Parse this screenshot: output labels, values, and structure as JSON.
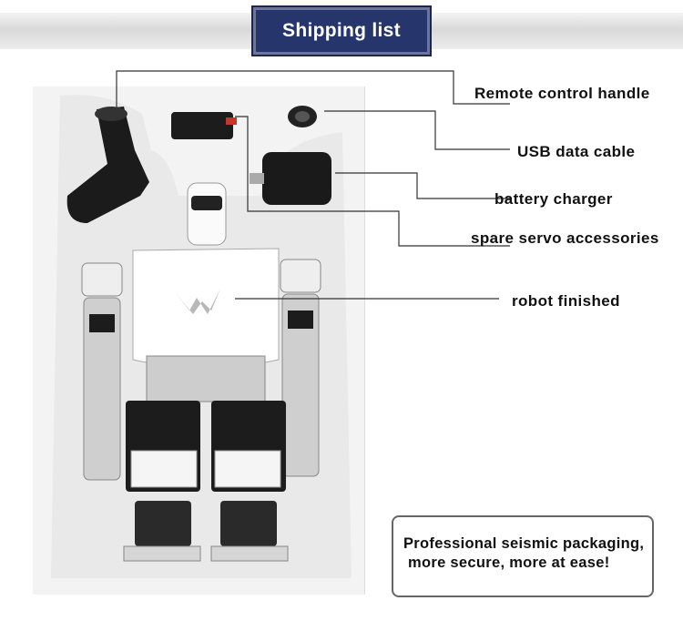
{
  "banner": {
    "title": "Shipping list"
  },
  "items": [
    {
      "label": "Remote control handle"
    },
    {
      "label": "USB data cable"
    },
    {
      "label": "battery charger"
    },
    {
      "label": "spare servo accessories"
    },
    {
      "label": "robot finished"
    }
  ],
  "note": {
    "line1": "Professional seismic packaging,",
    "line2": "more secure, more at ease!"
  }
}
